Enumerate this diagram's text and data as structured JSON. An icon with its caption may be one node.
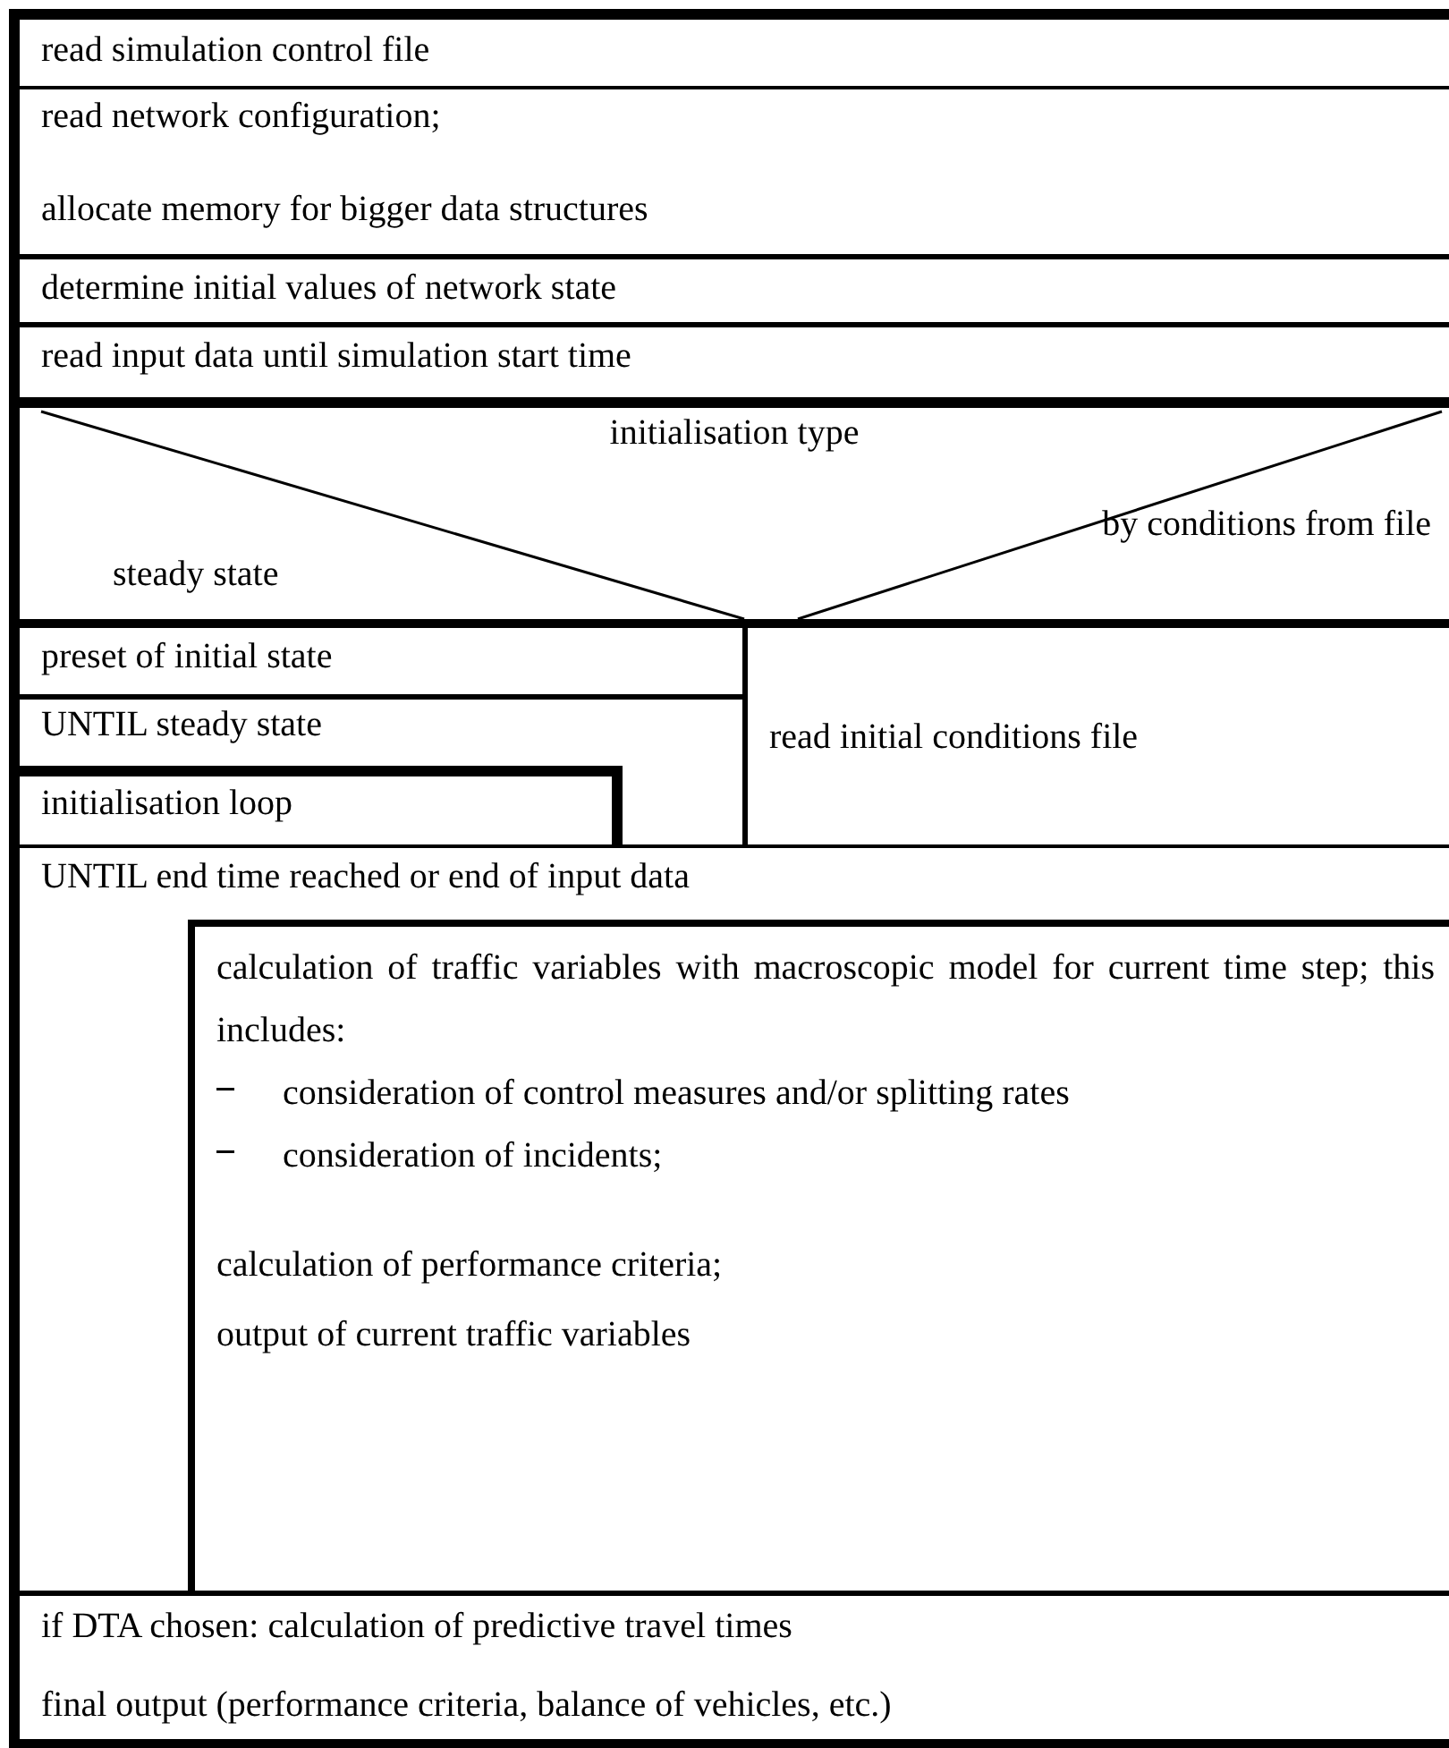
{
  "diagram": {
    "nodes": [
      {
        "text": [
          "read simulation control file"
        ]
      },
      {
        "text": [
          "read network configuration;",
          "allocate memory for bigger data structures"
        ]
      },
      {
        "text": [
          "determine initial values of network state"
        ]
      },
      {
        "text": [
          "read input data until simulation start time"
        ]
      },
      {
        "text": [
          "initialisation type",
          "steady state",
          "by conditions from file"
        ]
      },
      {
        "text": [
          "preset of initial state"
        ]
      },
      {
        "text": [
          "UNTIL steady state"
        ]
      },
      {
        "text": [
          "initialisation loop"
        ]
      },
      {
        "text": [
          "read initial conditions file"
        ]
      },
      {
        "text": [
          "UNTIL end time reached or end of input data"
        ]
      },
      {
        "text": [
          "calculation of traffic variables with macroscopic model for current time step; this includes:",
          "consideration of control measures and/or splitting rates",
          "consideration of incidents;",
          "calculation of performance criteria;",
          "output of current traffic variables"
        ],
        "in": 9
      },
      {
        "text": [
          "if DTA chosen: calculation of predictive travel times",
          "final output (performance criteria, balance of vehicles, etc.)"
        ]
      }
    ]
  }
}
